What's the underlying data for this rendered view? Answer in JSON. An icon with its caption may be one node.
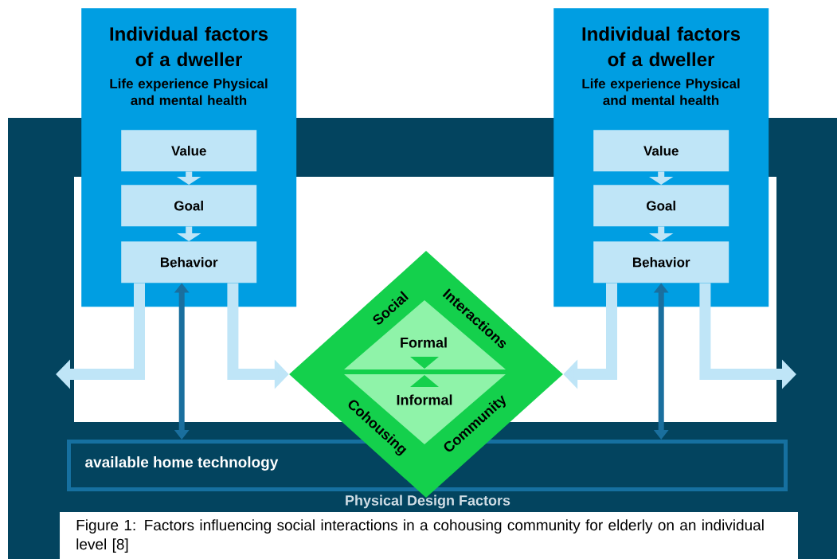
{
  "diagram": {
    "caption": "Figure 1: Factors influencing social interactions in a cohousing community for elderly on an individual level [8]",
    "nodes": [
      {
        "text": [
          "Physical Design Factors"
        ]
      },
      {
        "text": [
          "Individual factors of a dweller",
          "Life experience Physical and mental health"
        ]
      },
      {
        "text": [
          "Value"
        ],
        "in": 1
      },
      {
        "text": [
          "Goal"
        ],
        "in": 1
      },
      {
        "text": [
          "Behavior"
        ],
        "in": 1
      },
      {
        "text": [
          "Individual factors of a dweller",
          "Life experience Physical and mental health"
        ]
      },
      {
        "text": [
          "Value"
        ],
        "in": 5
      },
      {
        "text": [
          "Goal"
        ],
        "in": 5
      },
      {
        "text": [
          "Behavior"
        ],
        "in": 5
      },
      {
        "text": [
          "Social",
          "Interactions",
          "Cohousing",
          "Community"
        ]
      },
      {
        "text": [
          "Formal"
        ],
        "in": 9
      },
      {
        "text": [
          "Informal"
        ],
        "in": 9
      },
      {
        "text": [
          "available home technology"
        ]
      }
    ],
    "edges": [
      {
        "from": 2,
        "to": 3,
        "arrow": "to"
      },
      {
        "from": 3,
        "to": 4,
        "arrow": "to"
      },
      {
        "from": 4,
        "to": null,
        "arrow": "to"
      },
      {
        "from": 4,
        "to": 9,
        "arrow": "to"
      },
      {
        "from": 4,
        "to": 12,
        "arrow": "both",
        "color": "#1a6f9e"
      },
      {
        "from": 6,
        "to": 7,
        "arrow": "to"
      },
      {
        "from": 7,
        "to": 8,
        "arrow": "to"
      },
      {
        "from": 8,
        "to": 9,
        "arrow": "to"
      },
      {
        "from": 8,
        "to": null,
        "arrow": "to"
      },
      {
        "from": 8,
        "to": 12,
        "arrow": "both",
        "color": "#1a6f9e"
      }
    ]
  }
}
